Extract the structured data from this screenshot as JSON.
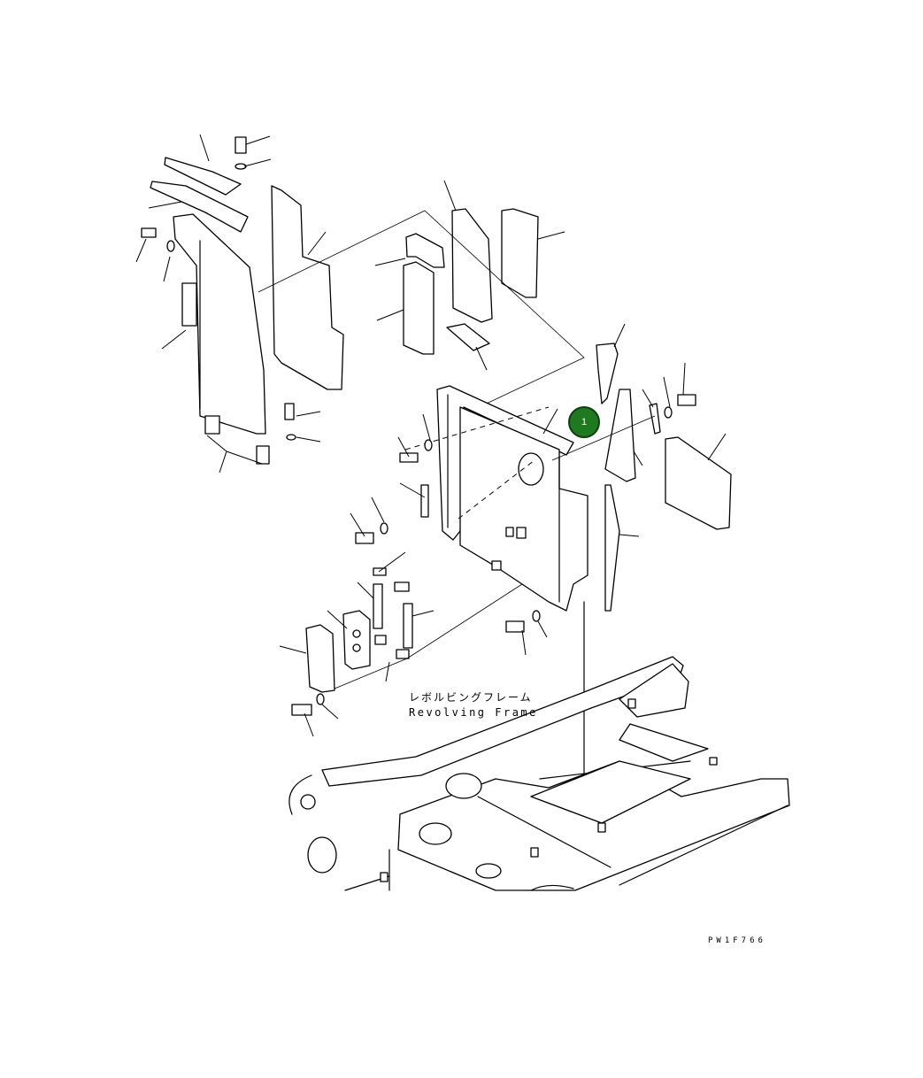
{
  "diagram": {
    "frame_label_jp": "レボルビングフレーム",
    "frame_label_en": "Revolving Frame",
    "drawing_code": "PW1F766",
    "callouts": [
      {
        "number": "1",
        "color": "#1f7a1f"
      }
    ]
  }
}
